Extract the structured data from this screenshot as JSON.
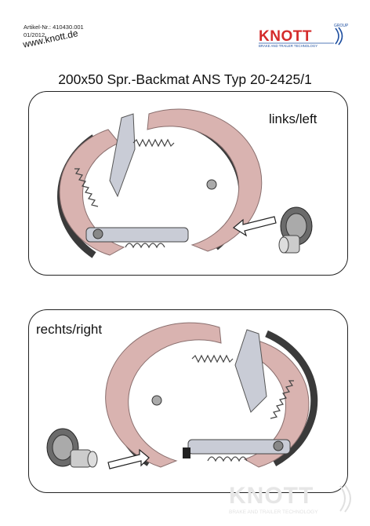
{
  "header": {
    "article_number": "Artikel-Nr.: 410430.001",
    "date": "01/2012",
    "website": "www.knott.de"
  },
  "logo": {
    "brand": "KNOTT",
    "group": "GROUP",
    "tagline": "BRAKE AND TRAILER TECHNOLOGY",
    "color_red": "#d42b2b",
    "color_blue": "#1e4fa0"
  },
  "title": "200x50 Spr.-Backmat ANS Typ 20-2425/1",
  "panels": {
    "top": {
      "label": "links/left"
    },
    "bottom": {
      "label": "rechts/right"
    }
  },
  "watermark": {
    "brand": "KNOTT",
    "tagline": "BRAKE AND TRAILER TECHNOLOGY"
  },
  "colors": {
    "lining": "#d9b3b0",
    "lining_edge": "#8a6f6e",
    "drum": "#3a3a3a",
    "metal": "#c9ccd6"
  }
}
